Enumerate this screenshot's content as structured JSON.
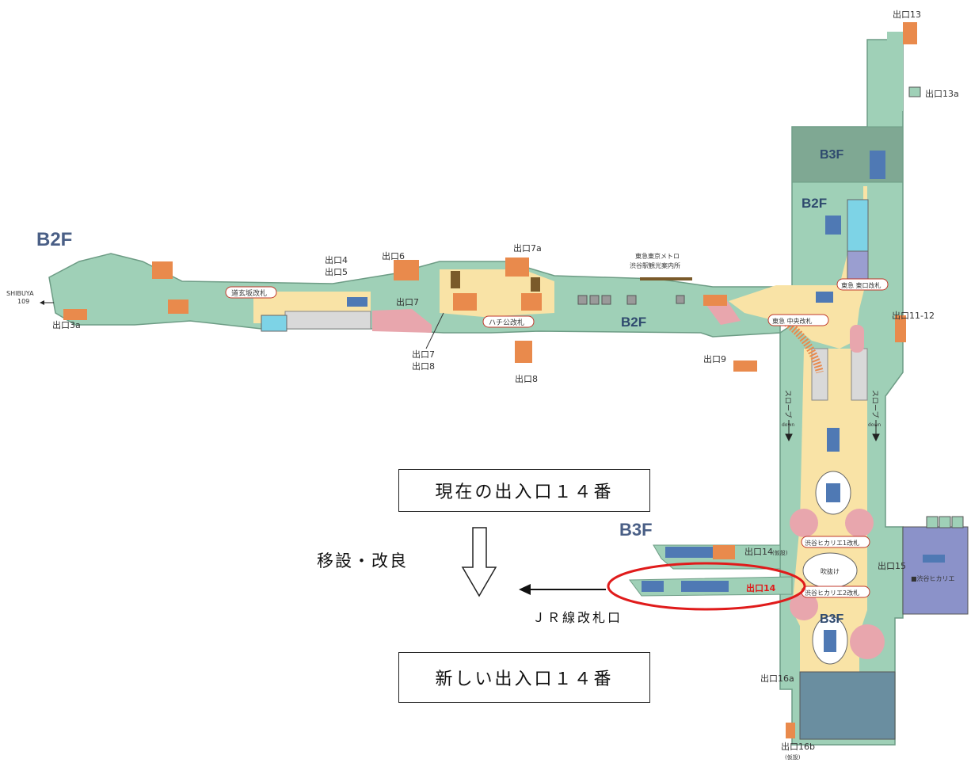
{
  "floors": {
    "b2f_main": "B2F",
    "b2f_center": "B2F",
    "b2f_right": "B2F",
    "b3f_top": "B3F",
    "b3f_left": "B3F",
    "b3f_lower": "B3F"
  },
  "exits": {
    "e13": "出口13",
    "e13a": "出口13a",
    "e11_12": "出口11-12",
    "e6": "出口6",
    "e7a": "出口7a",
    "e4": "出口4",
    "e5": "出口5",
    "e7": "出口7",
    "e7b": "出口7",
    "e8b": "出口8",
    "e8": "出口8",
    "e9": "出口9",
    "e3a": "出口3a",
    "e14temp": "出口14",
    "e14temp_note": "(仮設)",
    "e14new": "出口14",
    "e15": "出口15",
    "e16a": "出口16a",
    "e16b": "出口16b",
    "e16b_note": "(仮設)"
  },
  "gates": {
    "dogenzaka": "道玄坂改札",
    "hachiko": "ハチ公改札",
    "tokyu_east": "東急 東口改札",
    "tokyu_central": "東急 中央改札",
    "hikarie1": "渋谷ヒカリエ1改札",
    "hikarie2": "渋谷ヒカリエ2改札"
  },
  "places": {
    "shibuya109_a": "SHIBUYA",
    "shibuya109_b": "109",
    "info_a": "東急東京メトロ",
    "info_b": "渋谷駅観光案内所",
    "slope": "スロープ",
    "down": "down",
    "atrium": "吹抜け",
    "hikarie": "■渋谷ヒカリエ"
  },
  "annotations": {
    "current_box": "現在の出入口１４番",
    "relocate": "移設・改良",
    "new_box": "新しい出入口１４番",
    "jr_gate": "ＪＲ線改札口"
  },
  "colors": {
    "corridor": "#9fd0b7",
    "concourse": "#f9e3a6",
    "stairs": "#e98a4c",
    "escalator": "#4f79b4",
    "highlight": "#e01b1b",
    "hikarie_block": "#8b92c9"
  }
}
